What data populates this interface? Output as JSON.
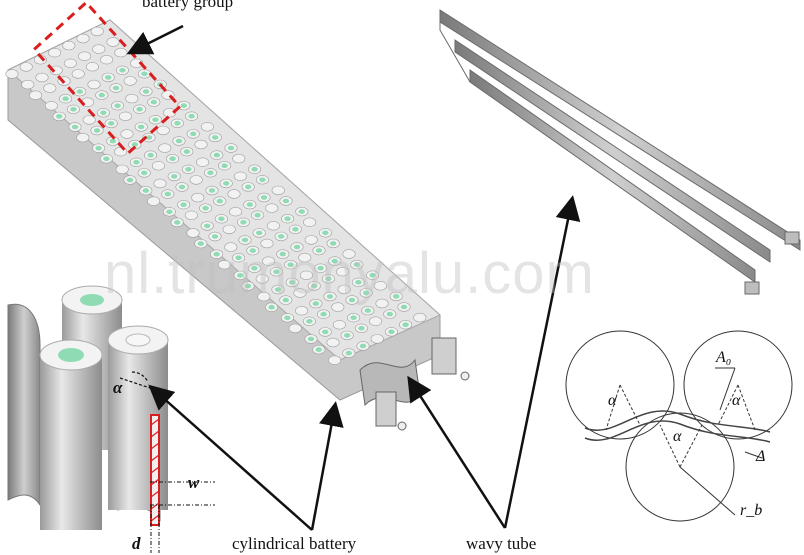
{
  "labels": {
    "battery_group": "battery group",
    "cylindrical_battery": "cylindrical battery",
    "wavy_tube": "wavy tube",
    "alpha_detail": "α",
    "w": "w",
    "d": "d"
  },
  "geometry_labels": {
    "alpha_left": "α",
    "alpha_center": "α",
    "alpha_right": "α",
    "a0": "A₀",
    "delta": "Δ",
    "rb": "r_b"
  },
  "watermark": "nl.trumonyalu.com",
  "colors": {
    "cell_body": "#d6d6d6",
    "cell_top": "#f2f2f2",
    "cell_cap_green": "#8fdcb4",
    "tube_gray": "#b4b4b4",
    "highlight_red": "#d81e1e",
    "line": "#111111"
  }
}
